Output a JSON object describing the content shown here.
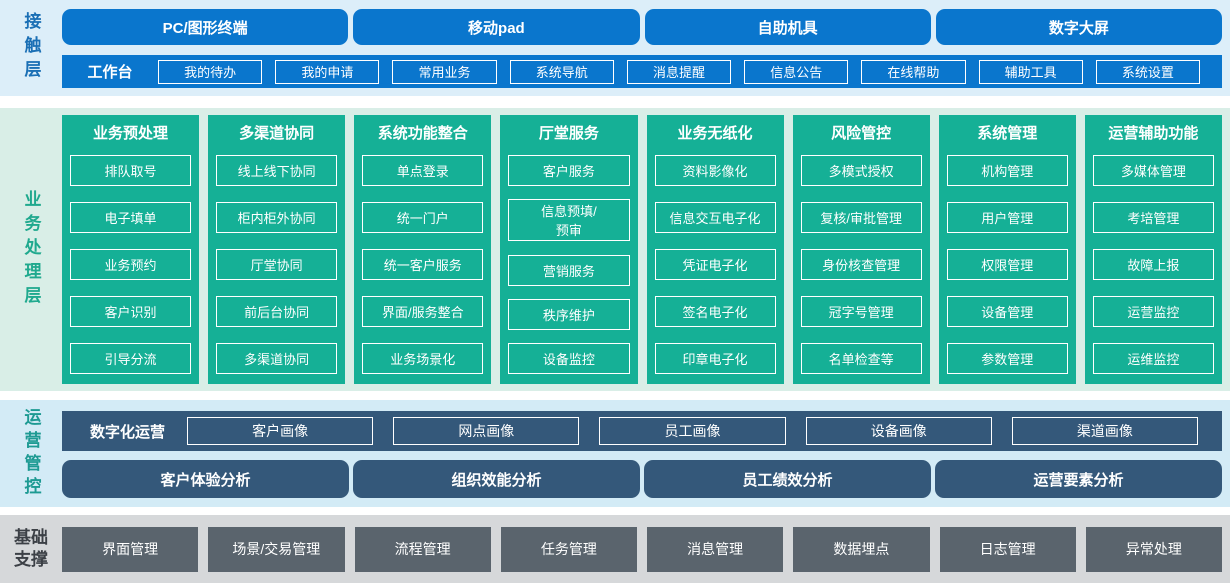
{
  "colors": {
    "blue": "#0a76cd",
    "teal": "#15b096",
    "slate": "#34587a",
    "gray_box": "#5a646d",
    "band_contact_bg": "#dceef9",
    "band_business_bg": "#d9eee7",
    "band_ops_bg": "#d3ebf6",
    "band_base_bg": "#d6d8da"
  },
  "layers": {
    "contact": {
      "label": "接触层",
      "terminals": [
        "PC/图形终端",
        "移动pad",
        "自助机具",
        "数字大屏"
      ],
      "workbench": {
        "label": "工作台",
        "items": [
          "我的待办",
          "我的申请",
          "常用业务",
          "系统导航",
          "消息提醒",
          "信息公告",
          "在线帮助",
          "辅助工具",
          "系统设置"
        ]
      }
    },
    "business": {
      "label": "业务处理层",
      "columns": [
        {
          "title": "业务预处理",
          "items": [
            "排队取号",
            "电子填单",
            "业务预约",
            "客户识别",
            "引导分流"
          ]
        },
        {
          "title": "多渠道协同",
          "items": [
            "线上线下协同",
            "柜内柜外协同",
            "厅堂协同",
            "前后台协同",
            "多渠道协同"
          ]
        },
        {
          "title": "系统功能整合",
          "items": [
            "单点登录",
            "统一门户",
            "统一客户服务",
            "界面/服务整合",
            "业务场景化"
          ]
        },
        {
          "title": "厅堂服务",
          "items": [
            "客户服务",
            "信息预填/\n预审",
            "营销服务",
            "秩序维护",
            "设备监控"
          ]
        },
        {
          "title": "业务无纸化",
          "items": [
            "资料影像化",
            "信息交互电子化",
            "凭证电子化",
            "签名电子化",
            "印章电子化"
          ]
        },
        {
          "title": "风险管控",
          "items": [
            "多模式授权",
            "复核/审批管理",
            "身份核查管理",
            "冠字号管理",
            "名单检查等"
          ]
        },
        {
          "title": "系统管理",
          "items": [
            "机构管理",
            "用户管理",
            "权限管理",
            "设备管理",
            "参数管理"
          ]
        },
        {
          "title": "运营辅助功能",
          "items": [
            "多媒体管理",
            "考培管理",
            "故障上报",
            "运营监控",
            "运维监控"
          ]
        }
      ]
    },
    "ops": {
      "label": "运营管控",
      "digital": {
        "label": "数字化运营",
        "items": [
          "客户画像",
          "网点画像",
          "员工画像",
          "设备画像",
          "渠道画像"
        ]
      },
      "analysis": [
        "客户体验分析",
        "组织效能分析",
        "员工绩效分析",
        "运营要素分析"
      ]
    },
    "base": {
      "label": "基础支撑",
      "items": [
        "界面管理",
        "场景/交易管理",
        "流程管理",
        "任务管理",
        "消息管理",
        "数据埋点",
        "日志管理",
        "异常处理"
      ]
    }
  }
}
